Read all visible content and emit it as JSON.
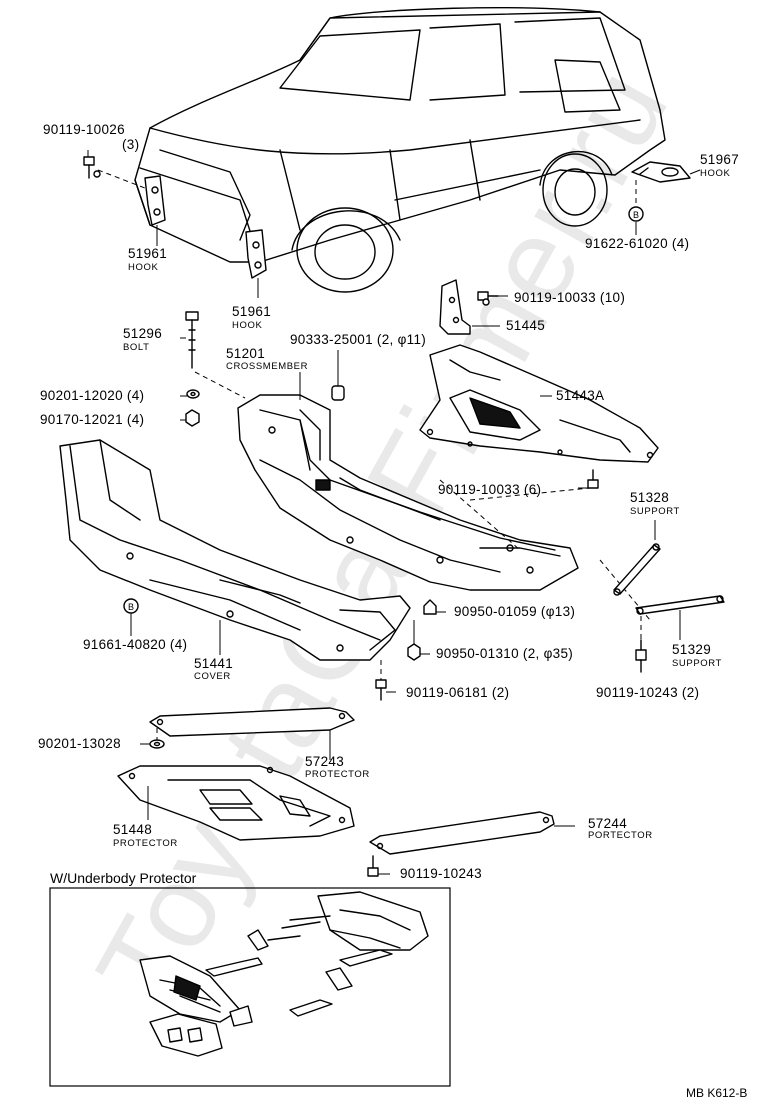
{
  "watermark": "ToyotaCarFirmer.ru",
  "diagram_code": "MB K612-B",
  "section_title": "W/Underbody Protector",
  "parts": {
    "p90119_10026": {
      "number": "90119-10026",
      "qty": "(3)"
    },
    "p51961_a": {
      "number": "51961",
      "name": "HOOK"
    },
    "p51961_b": {
      "number": "51961",
      "name": "HOOK"
    },
    "p51967": {
      "number": "51967",
      "name": "HOOK"
    },
    "p91622": {
      "number": "91622-61020 (4)"
    },
    "p90119_10033_10": {
      "number": "90119-10033 (10)"
    },
    "p51445": {
      "number": "51445"
    },
    "p51296": {
      "number": "51296",
      "name": "BOLT"
    },
    "p90333": {
      "number": "90333-25001 (2, φ11)"
    },
    "p51201": {
      "number": "51201",
      "name": "CROSSMEMBER"
    },
    "p90201_12020": {
      "number": "90201-12020 (4)"
    },
    "p90170": {
      "number": "90170-12021 (4)"
    },
    "p51443A": {
      "number": "51443A"
    },
    "p90119_10033_6": {
      "number": "90119-10033 (6)"
    },
    "p51328": {
      "number": "51328",
      "name": "SUPPORT"
    },
    "p90950_01059": {
      "number": "90950-01059 (φ13)"
    },
    "p91661": {
      "number": "91661-40820 (4)"
    },
    "p51441": {
      "number": "51441",
      "name": "COVER"
    },
    "p51329": {
      "number": "51329",
      "name": "SUPPORT"
    },
    "p90950_01310": {
      "number": "90950-01310 (2, φ35)"
    },
    "p90119_06181": {
      "number": "90119-06181 (2)"
    },
    "p90119_10243_2": {
      "number": "90119-10243 (2)"
    },
    "p90201_13028": {
      "number": "90201-13028"
    },
    "p57243": {
      "number": "57243",
      "name": "PROTECTOR"
    },
    "p51448": {
      "number": "51448",
      "name": "PROTECTOR"
    },
    "p57244": {
      "number": "57244",
      "name": "PORTECTOR"
    },
    "p90119_10243": {
      "number": "90119-10243"
    }
  },
  "markers": {
    "b_symbol": "B"
  }
}
